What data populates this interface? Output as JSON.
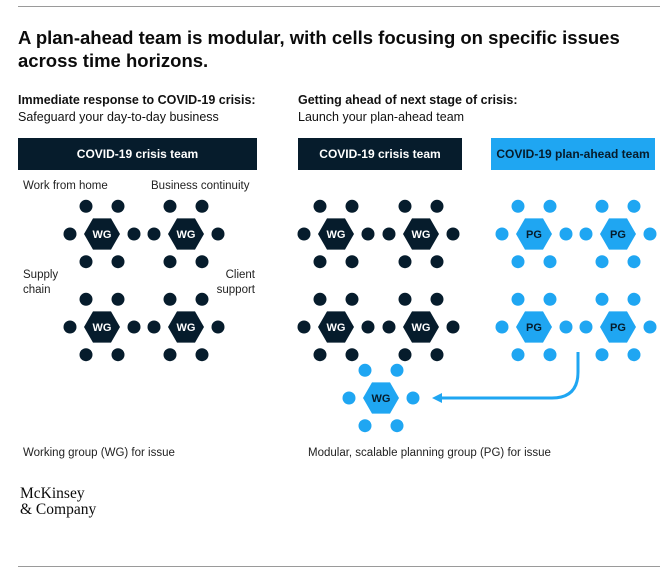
{
  "title": "A plan-ahead team is modular, with cells focusing on specific issues across time horizons.",
  "left": {
    "heading": "Immediate response to COVID-19 crisis:",
    "subheading": "Safeguard your day-to-day business",
    "bar": "COVID-19 crisis team",
    "labels": {
      "top_left": "Work from home",
      "top_right": "Business continuity",
      "middle_left": "Supply\nchain",
      "middle_right": "Client\nsupport"
    },
    "caption": "Working group (WG) for issue"
  },
  "right": {
    "heading": "Getting ahead of next stage of crisis:",
    "subheading": "Launch your plan-ahead team",
    "bar_crisis": "COVID-19 crisis team",
    "bar_plan": "COVID-19 plan-ahead team",
    "caption": "Modular, scalable planning group (PG) for issue"
  },
  "nodes": {
    "wg_label": "WG",
    "pg_label": "PG"
  },
  "colors": {
    "dark": "#061c2c",
    "blue": "#1fa6f2"
  },
  "logo": {
    "line1": "McKinsey",
    "line2": "& Company"
  }
}
